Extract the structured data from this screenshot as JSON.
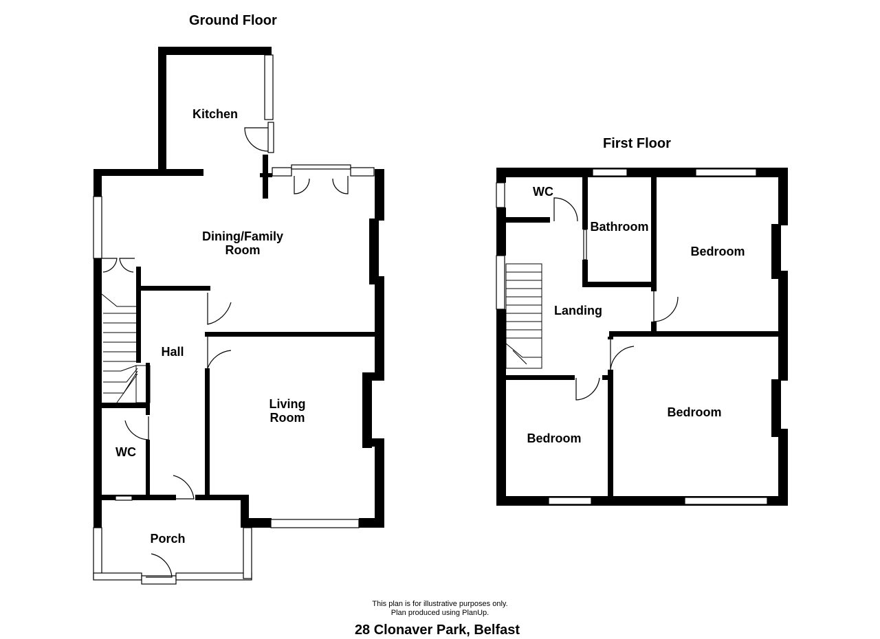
{
  "ground_floor": {
    "title": "Ground Floor",
    "rooms": {
      "kitchen": "Kitchen",
      "dining_line1": "Dining/Family",
      "dining_line2": "Room",
      "hall": "Hall",
      "living_line1": "Living",
      "living_line2": "Room",
      "wc": "WC",
      "porch": "Porch"
    }
  },
  "first_floor": {
    "title": "First Floor",
    "rooms": {
      "wc": "WC",
      "bathroom": "Bathroom",
      "bedroom_1": "Bedroom",
      "landing": "Landing",
      "bedroom_2": "Bedroom",
      "bedroom_3": "Bedroom"
    }
  },
  "footer": {
    "note_line1": "This plan is for illustrative purposes only.",
    "note_line2": "Plan produced using PlanUp.",
    "address": "28 Clonaver Park, Belfast"
  }
}
